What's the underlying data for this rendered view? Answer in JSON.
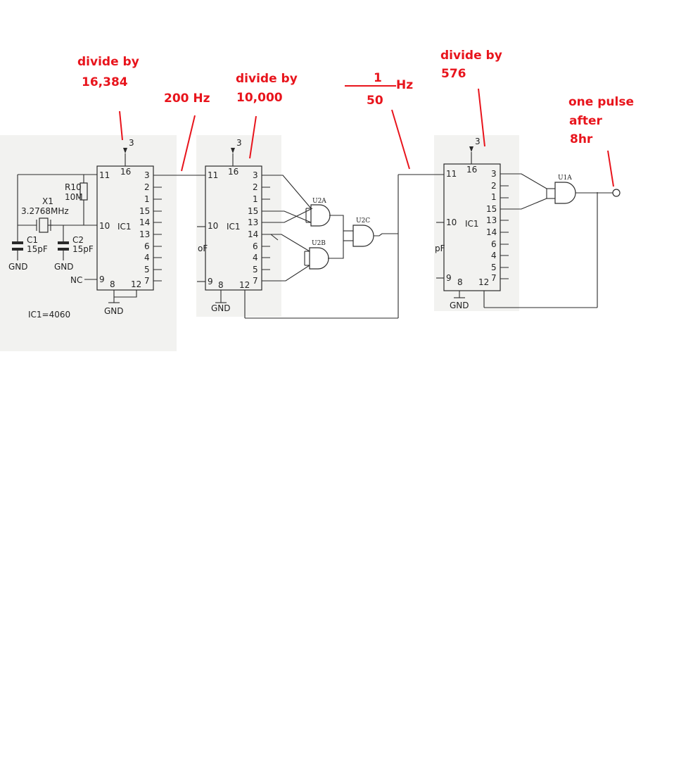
{
  "annotations": {
    "stage1_line1": "divide by",
    "stage1_line2": "16,384",
    "freq_200": "200 Hz",
    "stage2_line1": "divide by",
    "stage2_line2": "10,000",
    "freq_num": "1",
    "freq_den": "50",
    "freq_unit": "Hz",
    "stage3_line1": "divide by",
    "stage3_line2": "576",
    "out_line1": "one pulse",
    "out_line2": "after",
    "out_line3": "8hr"
  },
  "chips": {
    "label": "IC1",
    "vcc_pin": "16",
    "vcc_top": "3",
    "left_pin_top": "11",
    "left_pin_mid": "10",
    "left_pin_bot": "9",
    "bottom_left_pin": "8",
    "bottom_right_pin": "12",
    "outputs": [
      "3",
      "2",
      "1",
      "15",
      "14",
      "13",
      "6",
      "4",
      "5",
      "7"
    ],
    "outputs_third": [
      "3",
      "2",
      "1",
      "15",
      "13",
      "14",
      "6",
      "4",
      "5",
      "7"
    ],
    "outputs_second": [
      "3",
      "2",
      "1",
      "15",
      "13",
      "14",
      "6",
      "4",
      "5",
      "7"
    ]
  },
  "oscillator": {
    "r10": "R10",
    "r10_value": "10M",
    "crystal": "X1",
    "crystal_value": "3.2768MHz",
    "c1": "C1",
    "c1_value": "15pF",
    "c2": "C2",
    "c2_value": "15pF",
    "gnd": "GND",
    "nc": "NC",
    "ic_note": "IC1=4060",
    "partial_pf": "pF",
    "partial_pf_b": "oF"
  },
  "gates": {
    "u2a": "U2A",
    "u2b": "U2B",
    "u2c": "U2C",
    "u1a": "U1A"
  }
}
